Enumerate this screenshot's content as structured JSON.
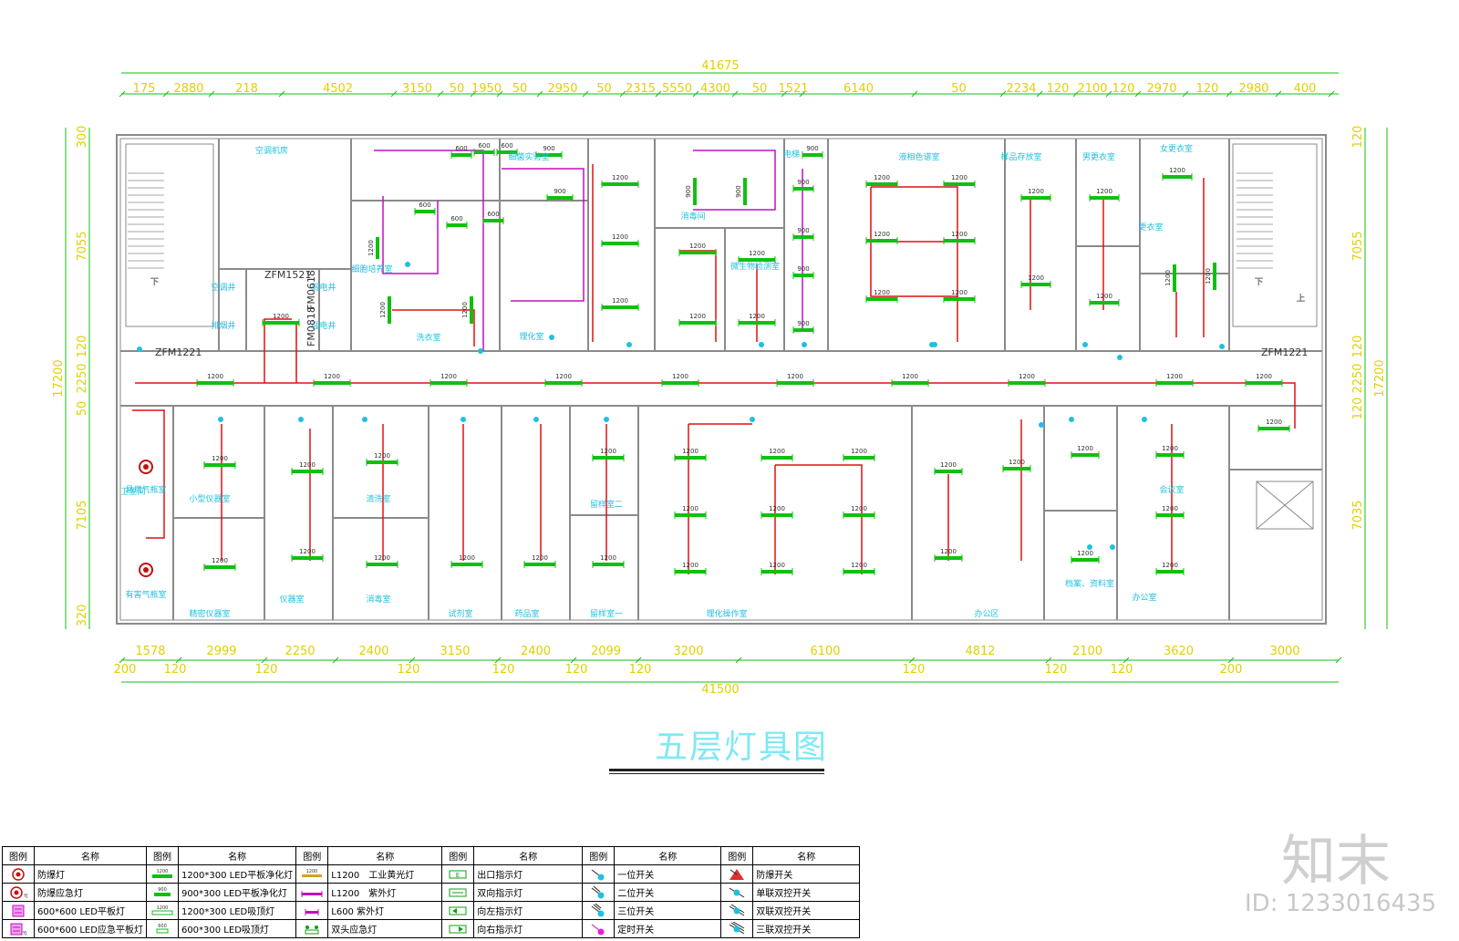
{
  "colors": {
    "wall": "#8a8a8a",
    "dimension": "#e0d000",
    "circuit": "#e01010",
    "uv_circuit": "#c010c0",
    "lamp": "#10c010",
    "room_text": "#20c0e0",
    "title": "#7fe8f5"
  },
  "dimensions": {
    "overall_top": "41675",
    "top_segments": [
      "175",
      "2880",
      "218",
      "4502",
      "3150",
      "50",
      "1950",
      "50",
      "2950",
      "50",
      "2315",
      "5550",
      "4300",
      "50",
      "1521",
      "6140",
      "50",
      "2234",
      "120",
      "2100",
      "120",
      "2970",
      "120",
      "2980",
      "400"
    ],
    "overall_bottom": "41500",
    "bottom_segments": [
      "1578",
      "2999",
      "2250",
      "2400",
      "3150",
      "2400",
      "2099",
      "3200",
      "6100",
      "4812",
      "2100",
      "3620",
      "3000"
    ],
    "bottom_small": [
      "200",
      "120",
      "120",
      "120",
      "120",
      "120",
      "120",
      "120",
      "120",
      "120",
      "200"
    ],
    "left_segments": [
      "300",
      "7055",
      "120",
      "2250",
      "50",
      "7105",
      "320"
    ],
    "left_overall": "17200",
    "right_segments": [
      "120",
      "7055",
      "120",
      "2250",
      "120",
      "7035"
    ],
    "right_overall": "17200"
  },
  "doors": {
    "top_left": "ZFM1521",
    "top_mid": "FM0818",
    "top_mid2": "FM0618",
    "left_stair": "ZFM1221",
    "right_stair": "ZFM1221"
  },
  "rooms_top": [
    "空调机房",
    "空调井",
    "排烟井",
    "弱电井",
    "强电井",
    "细胞培养室",
    "洗衣室",
    "细菌实验室",
    "消毒间",
    "微生物检测室",
    "理化室",
    "液相色谱室",
    "样品存放室",
    "男更衣室",
    "女更衣室",
    "更衣室",
    "电梯"
  ],
  "rooms_bottom": [
    "小型仪器室",
    "精密仪器室",
    "仪器室",
    "清洗室",
    "消毒室",
    "试剂室",
    "药品室",
    "留样室一",
    "留样室二",
    "易燃气瓶室",
    "有害气瓶室",
    "理化操作室",
    "办公区",
    "档案、资料室",
    "卫生间",
    "会议室",
    "办公室"
  ],
  "lamp_labels": [
    "1200",
    "900",
    "600"
  ],
  "stair_labels": {
    "down": "下",
    "up": "上"
  },
  "title": "五层灯具图",
  "brand": "知末",
  "image_id": "ID: 1233016435",
  "legend": {
    "headers": [
      "图例",
      "名称",
      "图例",
      "名称",
      "图例",
      "名称",
      "图例",
      "名称",
      "图例",
      "名称",
      "图例",
      "名称"
    ],
    "rows": [
      [
        "防爆灯",
        "1200*300 LED平板净化灯",
        "L1200　工业黄光灯",
        "出口指示灯",
        "一位开关",
        "防爆开关"
      ],
      [
        "防爆应急灯",
        "900*300 LED平板净化灯",
        "L1200　紫外灯",
        "双向指示灯",
        "二位开关",
        "单联双控开关"
      ],
      [
        "600*600 LED平板灯",
        "1200*300 LED吸顶灯",
        "L600 紫外灯",
        "向左指示灯",
        "三位开关",
        "双联双控开关"
      ],
      [
        "600*600 LED应急平板灯",
        "600*300 LED吸顶灯",
        "双头应急灯",
        "向右指示灯",
        "定时开关",
        "三联双控开关"
      ]
    ],
    "sym_labels": [
      "1200",
      "900",
      "1200",
      "600",
      "1200"
    ]
  }
}
